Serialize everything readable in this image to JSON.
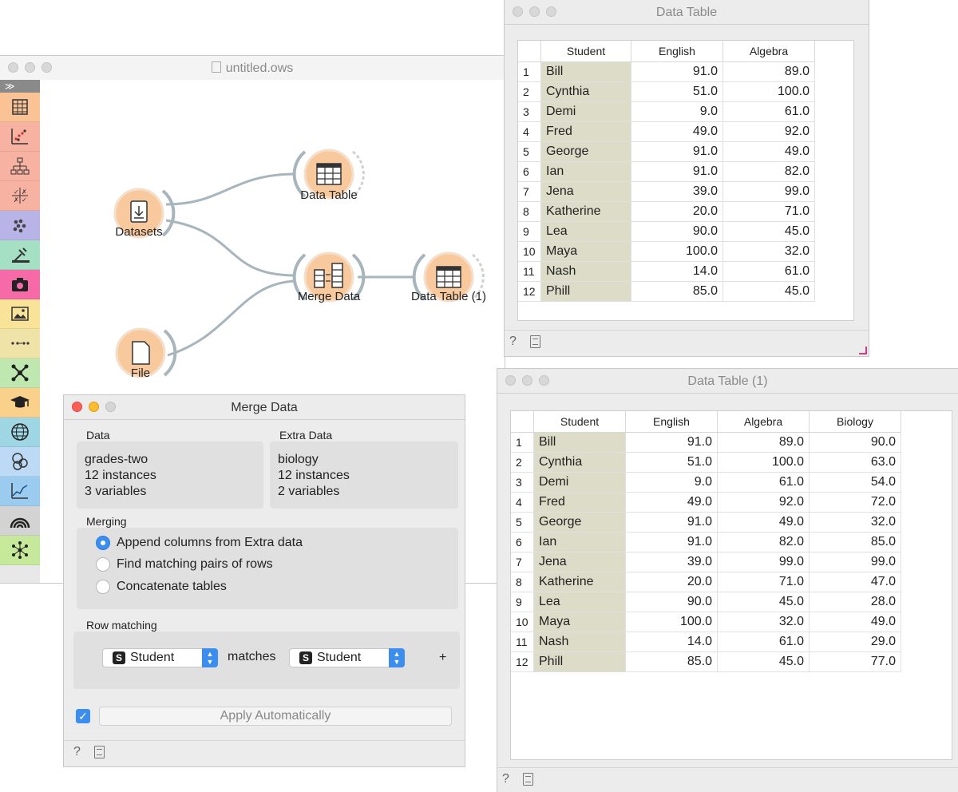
{
  "canvas_window": {
    "title": "untitled.ows",
    "toolbox_expand": "≫",
    "toolbox": [
      {
        "icon": "data-table-icon",
        "color": "#f9c396"
      },
      {
        "icon": "scatter-plot-icon",
        "color": "#f8b2a1"
      },
      {
        "icon": "tree-icon",
        "color": "#f8b2a1"
      },
      {
        "icon": "confusion-matrix-icon",
        "color": "#f8b2a1"
      },
      {
        "icon": "clustering-icon",
        "color": "#b8b4e8"
      },
      {
        "icon": "tools-icon",
        "color": "#a6e0c4"
      },
      {
        "icon": "camera-icon",
        "color": "#f76aa8"
      },
      {
        "icon": "image-icon",
        "color": "#f8e398"
      },
      {
        "icon": "text-pipeline-icon",
        "color": "#efe3a8"
      },
      {
        "icon": "network-icon",
        "color": "#bfe8b0"
      },
      {
        "icon": "education-icon",
        "color": "#fad18b"
      },
      {
        "icon": "geo-icon",
        "color": "#9fd6e3"
      },
      {
        "icon": "venn-icon",
        "color": "#bcd9f5"
      },
      {
        "icon": "timeseries-icon",
        "color": "#9ccbf0"
      },
      {
        "icon": "spectroscopy-icon",
        "color": "#d3d3d3"
      },
      {
        "icon": "bioinformatics-icon",
        "color": "#c6e89a"
      }
    ],
    "nodes": {
      "datasets": "Datasets",
      "file": "File",
      "data_table": "Data Table",
      "merge_data": "Merge Data",
      "data_table_1": "Data Table (1)"
    }
  },
  "data_table_window": {
    "title": "Data Table",
    "columns": [
      "Student",
      "English",
      "Algebra"
    ],
    "rows": [
      [
        "1",
        "Bill",
        "91.0",
        "89.0"
      ],
      [
        "2",
        "Cynthia",
        "51.0",
        "100.0"
      ],
      [
        "3",
        "Demi",
        "9.0",
        "61.0"
      ],
      [
        "4",
        "Fred",
        "49.0",
        "92.0"
      ],
      [
        "5",
        "George",
        "91.0",
        "49.0"
      ],
      [
        "6",
        "Ian",
        "91.0",
        "82.0"
      ],
      [
        "7",
        "Jena",
        "39.0",
        "99.0"
      ],
      [
        "8",
        "Katherine",
        "20.0",
        "71.0"
      ],
      [
        "9",
        "Lea",
        "90.0",
        "45.0"
      ],
      [
        "10",
        "Maya",
        "100.0",
        "32.0"
      ],
      [
        "11",
        "Nash",
        "14.0",
        "61.0"
      ],
      [
        "12",
        "Phill",
        "85.0",
        "45.0"
      ]
    ],
    "help": "?"
  },
  "data_table_1_window": {
    "title": "Data Table (1)",
    "columns": [
      "Student",
      "English",
      "Algebra",
      "Biology"
    ],
    "rows": [
      [
        "1",
        "Bill",
        "91.0",
        "89.0",
        "90.0"
      ],
      [
        "2",
        "Cynthia",
        "51.0",
        "100.0",
        "63.0"
      ],
      [
        "3",
        "Demi",
        "9.0",
        "61.0",
        "54.0"
      ],
      [
        "4",
        "Fred",
        "49.0",
        "92.0",
        "72.0"
      ],
      [
        "5",
        "George",
        "91.0",
        "49.0",
        "32.0"
      ],
      [
        "6",
        "Ian",
        "91.0",
        "82.0",
        "85.0"
      ],
      [
        "7",
        "Jena",
        "39.0",
        "99.0",
        "99.0"
      ],
      [
        "8",
        "Katherine",
        "20.0",
        "71.0",
        "47.0"
      ],
      [
        "9",
        "Lea",
        "90.0",
        "45.0",
        "28.0"
      ],
      [
        "10",
        "Maya",
        "100.0",
        "32.0",
        "49.0"
      ],
      [
        "11",
        "Nash",
        "14.0",
        "61.0",
        "29.0"
      ],
      [
        "12",
        "Phill",
        "85.0",
        "45.0",
        "77.0"
      ]
    ],
    "help": "?"
  },
  "merge_window": {
    "title": "Merge Data",
    "data_label": "Data",
    "data_lines": [
      "grades-two",
      "12 instances",
      "3 variables"
    ],
    "extra_label": "Extra Data",
    "extra_lines": [
      "biology",
      "12 instances",
      "2 variables"
    ],
    "merging_label": "Merging",
    "merging_options": [
      {
        "label": "Append columns from Extra data",
        "selected": true
      },
      {
        "label": "Find matching pairs of rows",
        "selected": false
      },
      {
        "label": "Concatenate tables",
        "selected": false
      }
    ],
    "row_matching_label": "Row matching",
    "left_attr": "Student",
    "left_attr_badge": "S",
    "matches_label": "matches",
    "right_attr": "Student",
    "right_attr_badge": "S",
    "add_label": "+",
    "apply_checked": true,
    "apply_label": "Apply Automatically",
    "help": "?"
  }
}
